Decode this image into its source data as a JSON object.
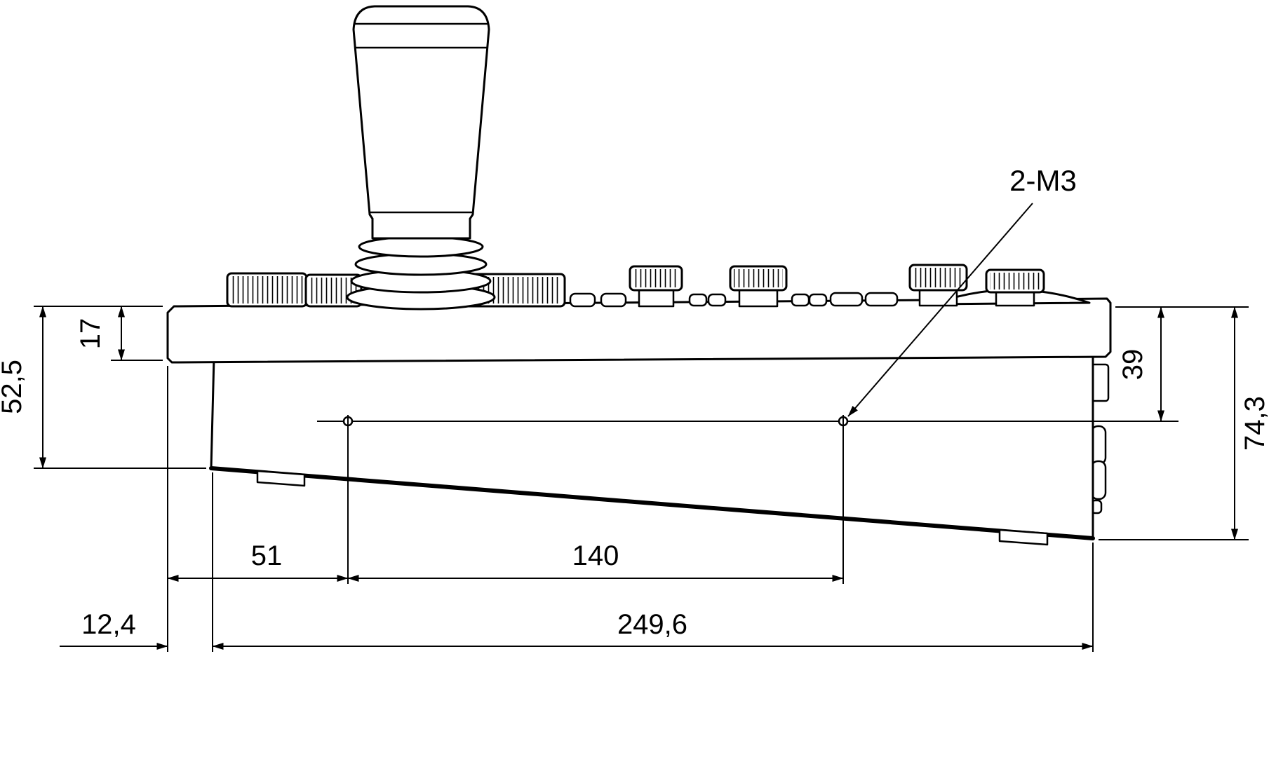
{
  "drawing": {
    "labels": {
      "hole_callout": "2-M3"
    },
    "dimensions": {
      "panel_thickness": "17",
      "front_height": "52,5",
      "hole_line_from_top": "39",
      "overall_height": "74,3",
      "hole_offset_left": "51",
      "hole_spacing": "140",
      "front_overhang": "12,4",
      "base_length": "249,6"
    },
    "style": {
      "line_color": "#000000",
      "background_color": "#ffffff"
    }
  }
}
